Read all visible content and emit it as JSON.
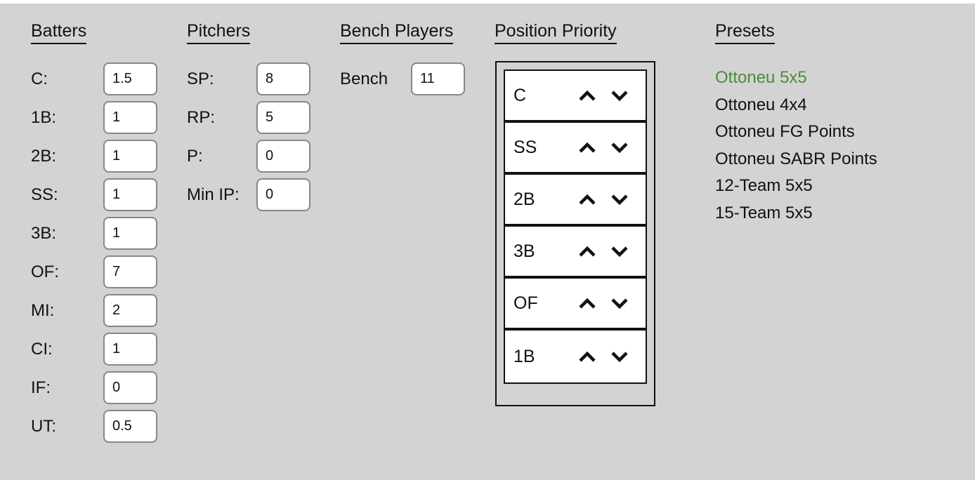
{
  "batters": {
    "header": "Batters",
    "rows": [
      {
        "label": "C:",
        "value": "1.5"
      },
      {
        "label": "1B:",
        "value": "1"
      },
      {
        "label": "2B:",
        "value": "1"
      },
      {
        "label": "SS:",
        "value": "1"
      },
      {
        "label": "3B:",
        "value": "1"
      },
      {
        "label": "OF:",
        "value": "7"
      },
      {
        "label": "MI:",
        "value": "2"
      },
      {
        "label": "CI:",
        "value": "1"
      },
      {
        "label": "IF:",
        "value": "0"
      },
      {
        "label": "UT:",
        "value": "0.5"
      }
    ]
  },
  "pitchers": {
    "header": "Pitchers",
    "rows": [
      {
        "label": "SP:",
        "value": "8"
      },
      {
        "label": "RP:",
        "value": "5"
      },
      {
        "label": "P:",
        "value": "0"
      },
      {
        "label": "Min IP:",
        "value": "0"
      }
    ]
  },
  "bench": {
    "header": "Bench Players",
    "label": "Bench",
    "value": "11"
  },
  "position_priority": {
    "header": "Position Priority",
    "up_icon": "chevron-up",
    "down_icon": "chevron-down",
    "items": [
      "C",
      "SS",
      "2B",
      "3B",
      "OF",
      "1B"
    ]
  },
  "presets": {
    "header": "Presets",
    "items": [
      {
        "label": "Ottoneu 5x5",
        "selected": true,
        "color": "#4d8b3c"
      },
      {
        "label": "Ottoneu 4x4",
        "selected": false
      },
      {
        "label": "Ottoneu FG Points",
        "selected": false
      },
      {
        "label": "Ottoneu SABR Points",
        "selected": false
      },
      {
        "label": "12-Team 5x5",
        "selected": false
      },
      {
        "label": "15-Team 5x5",
        "selected": false
      }
    ]
  },
  "colors": {
    "panel_background": "#d3d3d3",
    "selected_preset_green": "#4d8b3c",
    "input_border_gray": "#878787"
  }
}
